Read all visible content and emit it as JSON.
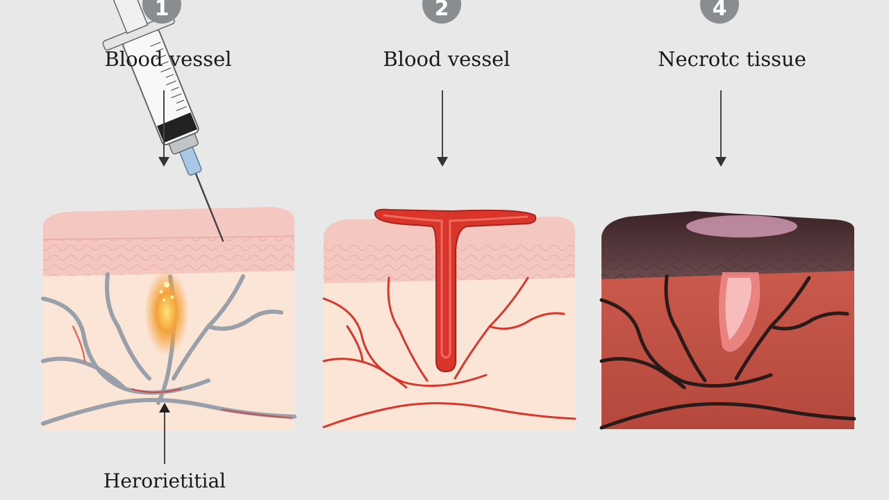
{
  "panels": [
    {
      "step": "1",
      "title": "Blood vessel"
    },
    {
      "step": "2",
      "title": "Blood vessel"
    },
    {
      "step": "4",
      "title": "Necrotc tissue"
    }
  ],
  "bottom_label": "Herorietitial",
  "colors": {
    "background": "#e8e8e8",
    "skin": "#f4c7c1",
    "tissue": "#fbe5d6",
    "vessel_normal": "#9aa0aa",
    "vessel_red": "#d9352a",
    "injection_glow": "#f4a23a",
    "necrotic_tissue": "#c2574a",
    "necrotic_vessels": "#2a1a18",
    "badge": "#8a8d90"
  }
}
